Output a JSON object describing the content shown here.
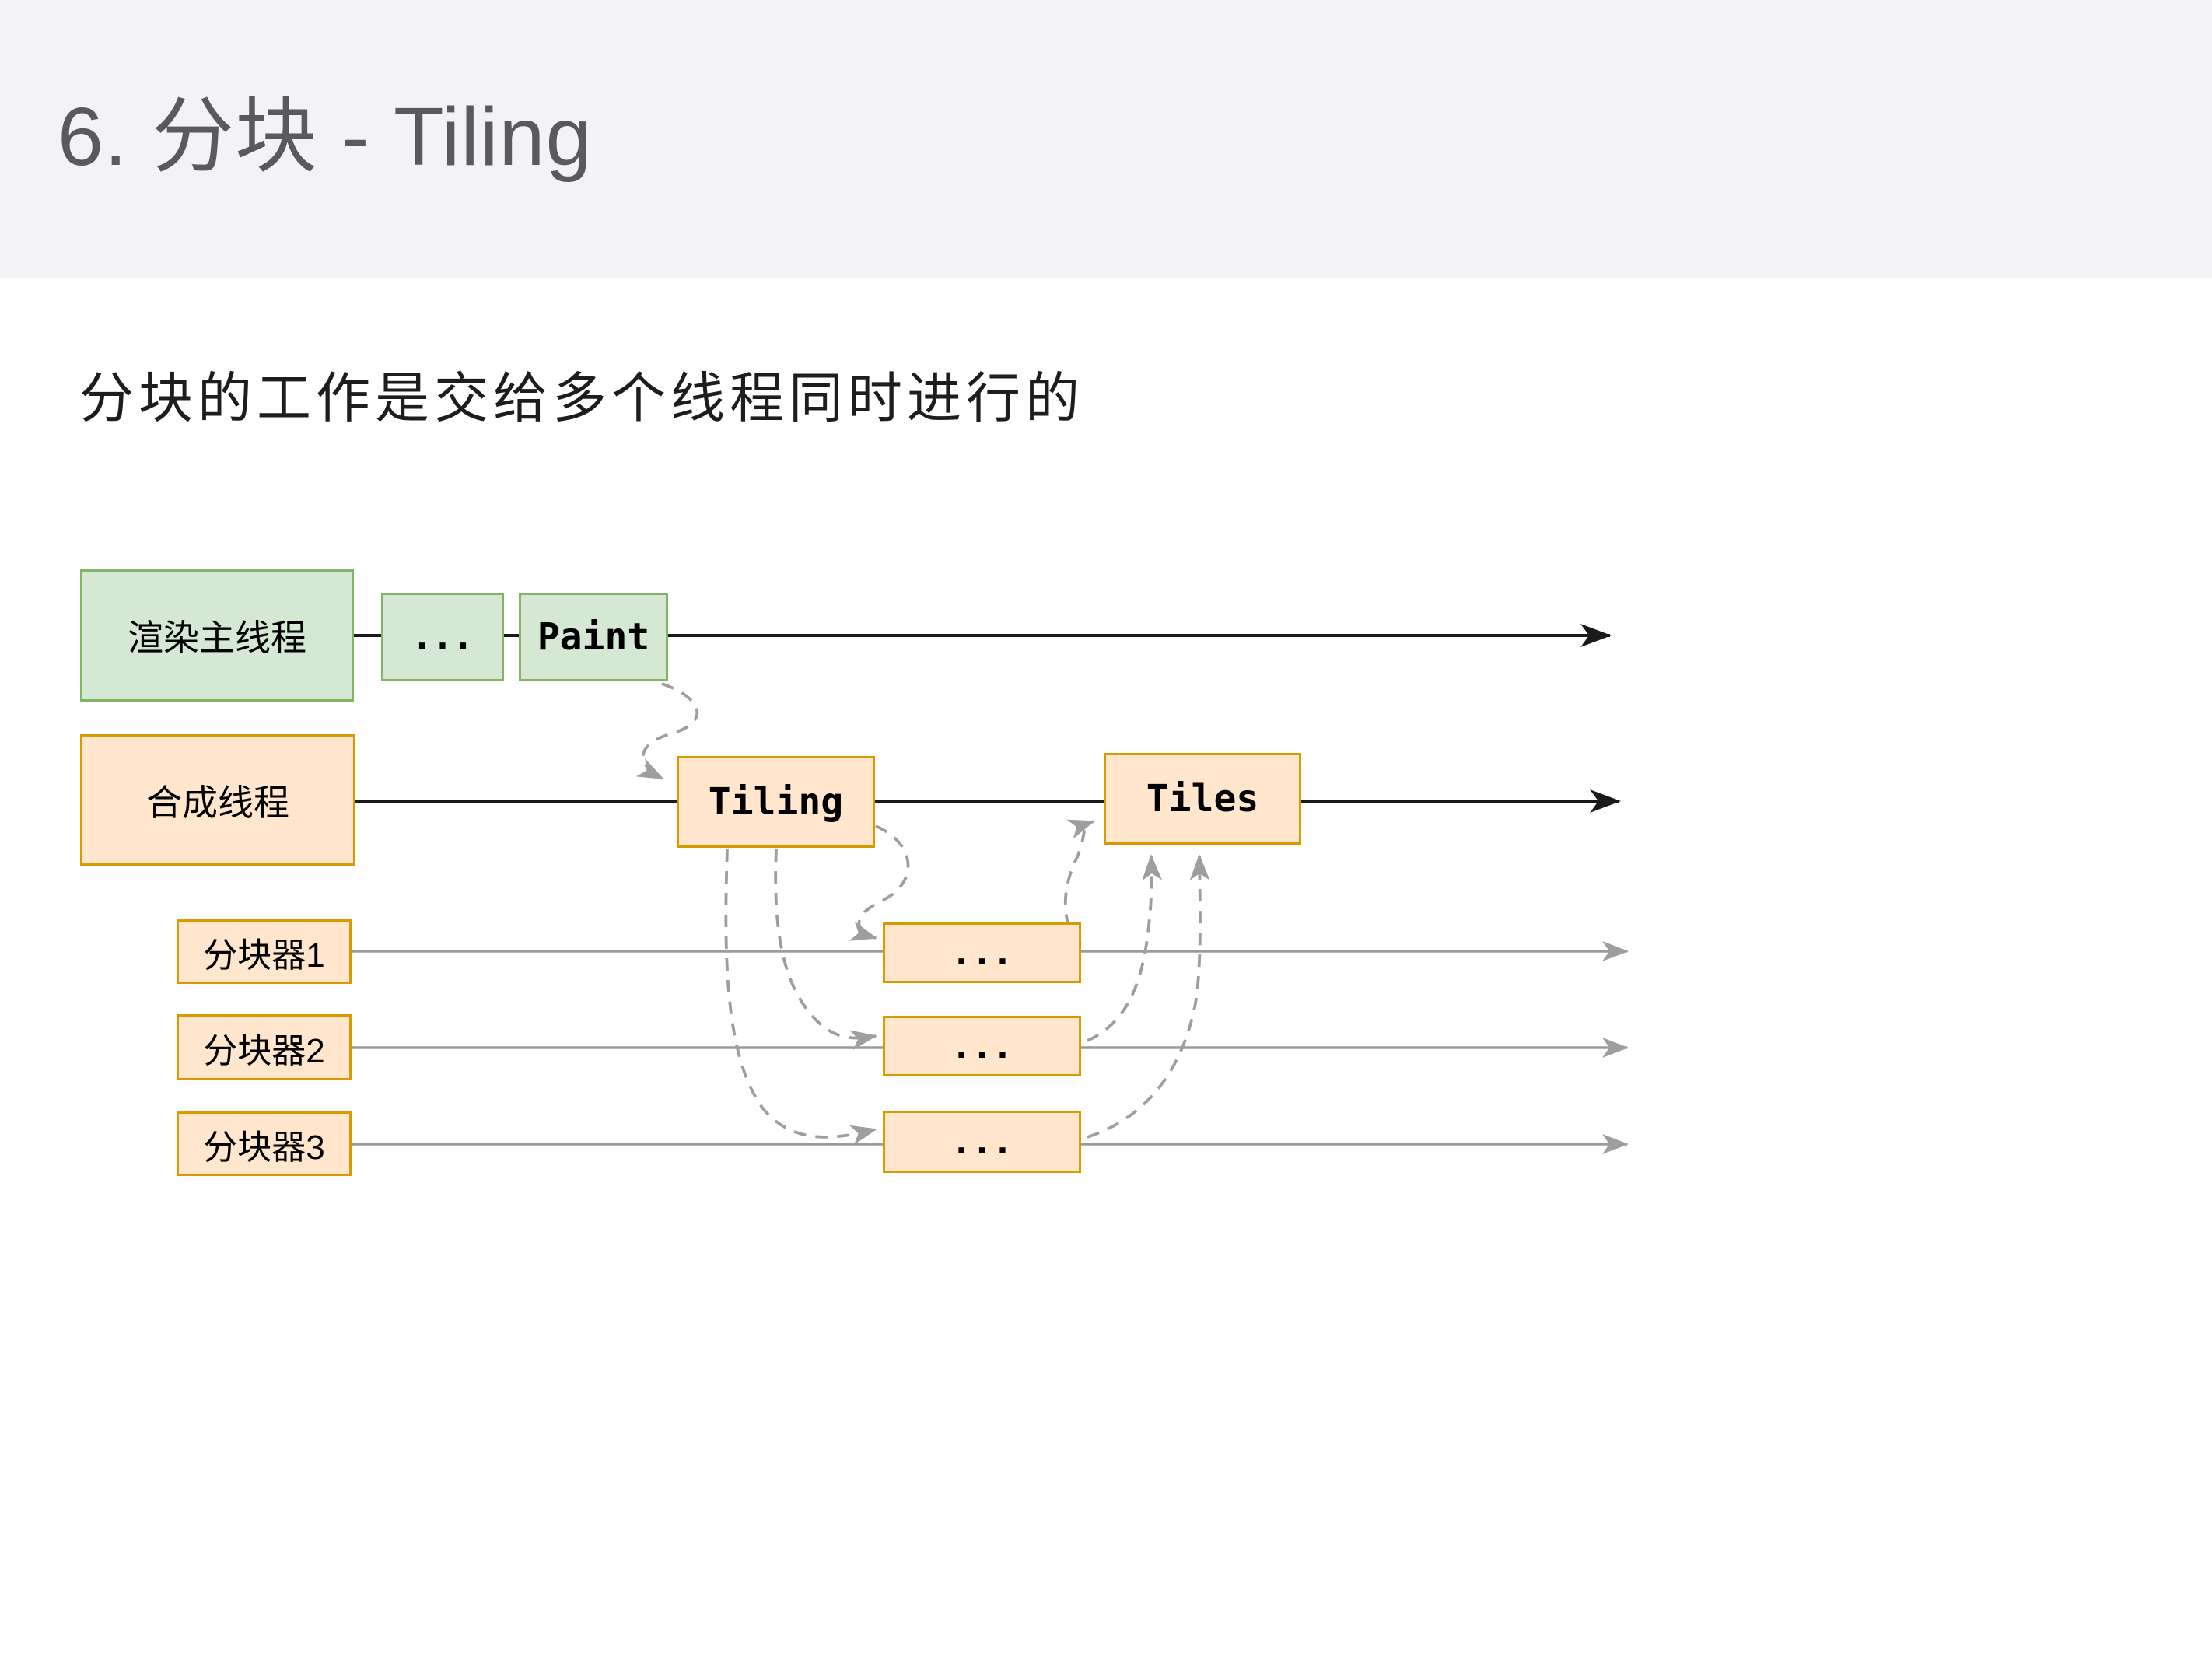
{
  "header": {
    "title": "6. 分块 - Tiling"
  },
  "subtitle": "分块的工作是交给多个线程同时进行的",
  "diagram": {
    "nodes": {
      "render_main": {
        "label": "渲染主线程"
      },
      "render_ellipsis": {
        "label": "..."
      },
      "paint": {
        "label": "Paint"
      },
      "compositor": {
        "label": "合成线程"
      },
      "tiling": {
        "label": "Tiling"
      },
      "tiles": {
        "label": "Tiles"
      },
      "tiler1": {
        "label": "分块器1"
      },
      "tiler1_ellipsis": {
        "label": "..."
      },
      "tiler2": {
        "label": "分块器2"
      },
      "tiler2_ellipsis": {
        "label": "..."
      },
      "tiler3": {
        "label": "分块器3"
      },
      "tiler3_ellipsis": {
        "label": "..."
      }
    },
    "colors": {
      "header_bg": "#f3f2f7",
      "title_text": "#5a5a5e",
      "body_bg": "#ffffff",
      "green_fill": "#d5e8d4",
      "green_stroke": "#82b366",
      "orange_fill": "#ffe6cc",
      "orange_stroke": "#d79b00",
      "timeline_black": "#1a1a1a",
      "worker_line_gray": "#9b9b9b",
      "connector_gray": "#9e9e9e",
      "label_text": "#000000",
      "subtitle_text": "#1d1d1d"
    }
  }
}
